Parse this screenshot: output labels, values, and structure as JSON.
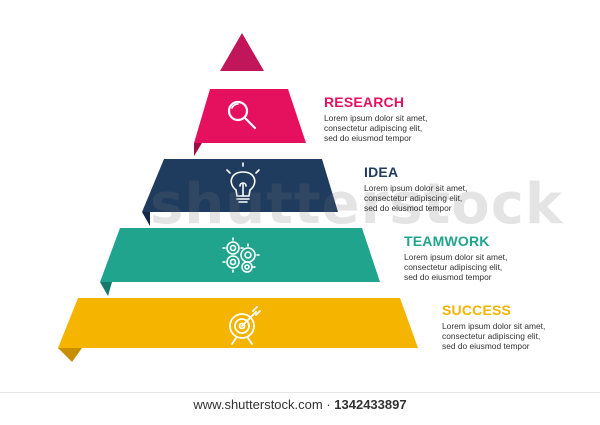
{
  "colors": {
    "top": "#c1165a",
    "research": "#e6115e",
    "research_fold": "#a10c44",
    "idea": "#1f3b5e",
    "idea_fold": "#142844",
    "teamwork": "#21a48e",
    "teamwork_fold": "#157a69",
    "success": "#f5b400",
    "success_fold": "#c78f00"
  },
  "steps": [
    {
      "title": "RESEARCH",
      "color": "#e6115e",
      "icon": "magnifier-icon",
      "desc_lines": [
        "Lorem ipsum dolor sit amet,",
        "consectetur adipiscing elit,",
        "sed do eiusmod tempor"
      ]
    },
    {
      "title": "IDEA",
      "color": "#1f3b5e",
      "icon": "lightbulb-icon",
      "desc_lines": [
        "Lorem ipsum dolor sit amet,",
        "consectetur adipiscing elit,",
        "sed do eiusmod tempor"
      ]
    },
    {
      "title": "TEAMWORK",
      "color": "#21a48e",
      "icon": "gears-icon",
      "desc_lines": [
        "Lorem ipsum dolor sit amet,",
        "consectetur adipiscing elit,",
        "sed do eiusmod tempor"
      ]
    },
    {
      "title": "SUCCESS",
      "color": "#f5b400",
      "icon": "target-icon",
      "desc_lines": [
        "Lorem ipsum dolor sit amet,",
        "consectetur adipiscing elit,",
        "sed do eiusmod tempor"
      ]
    }
  ],
  "watermark": "shutterstock",
  "footer": {
    "prefix": "www.shutterstock.com",
    "separator": " · ",
    "id": "1342433897"
  }
}
